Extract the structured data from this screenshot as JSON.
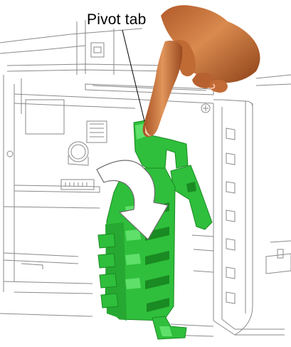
{
  "callout": {
    "label": "Pivot tab"
  },
  "colors": {
    "part": "#2fbf3c",
    "part_dark": "#1a8a22",
    "part_light": "#5fe06a",
    "line_art": "#8a8a8a",
    "arrow_fill": "#ffffff",
    "skin": "#c9753e"
  },
  "icons": {
    "hand": "pointing-hand",
    "arrow": "curved-rotation-arrow"
  }
}
